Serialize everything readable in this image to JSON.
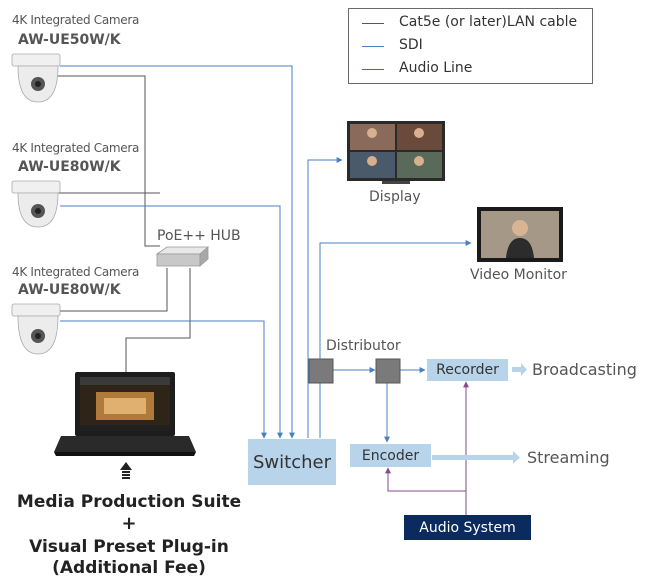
{
  "legend": {
    "items": [
      {
        "label": "Cat5e (or later)LAN cable",
        "color": "#555555"
      },
      {
        "label": "SDI",
        "color": "#4a7fc0"
      },
      {
        "label": "Audio Line",
        "color": "#8a4a8a"
      }
    ]
  },
  "cameras": [
    {
      "type": "4K Integrated Camera",
      "model": "AW-UE50W/K"
    },
    {
      "type": "4K Integrated Camera",
      "model": "AW-UE80W/K"
    },
    {
      "type": "4K Integrated Camera",
      "model": "AW-UE80W/K"
    }
  ],
  "labels": {
    "poe_hub": "PoE++ HUB",
    "display": "Display",
    "video_monitor": "Video Monitor",
    "distributor": "Distributor",
    "broadcasting": "Broadcasting",
    "streaming": "Streaming"
  },
  "boxes": {
    "switcher": "Switcher",
    "recorder": "Recorder",
    "encoder": "Encoder",
    "audio_system": "Audio System"
  },
  "software": {
    "line1": "Media Production Suite",
    "plus": "+",
    "line2": "Visual Preset Plug-in",
    "line3": "(Additional Fee)"
  },
  "colors": {
    "lan": "#555555",
    "sdi": "#4a7fc0",
    "audio": "#8a4a8a",
    "box": "#b8d4ea",
    "audio_box": "#0b2b5e",
    "distributor": "#7a7a7a"
  }
}
